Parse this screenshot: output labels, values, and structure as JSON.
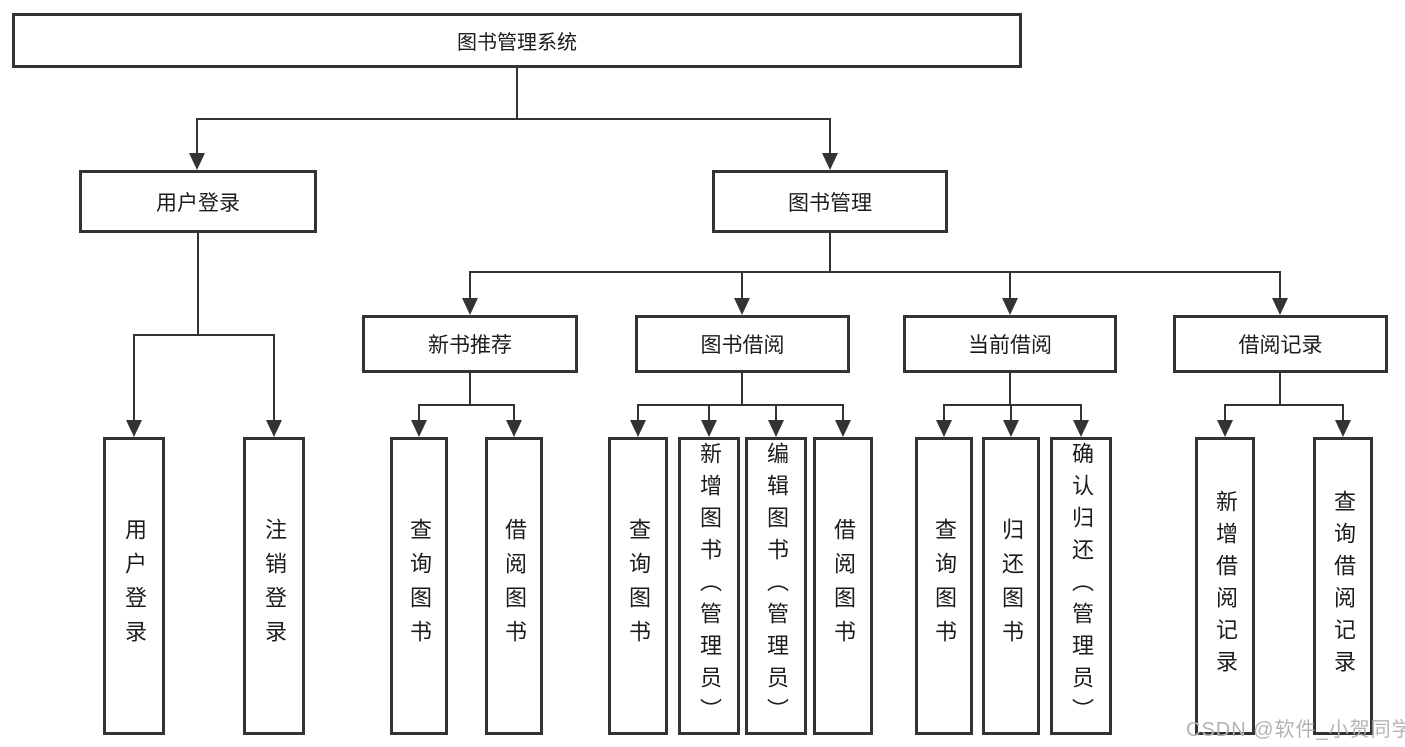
{
  "title": "图书管理系统",
  "tree": {
    "id": "system",
    "label": "图书管理系统",
    "children": [
      {
        "id": "user-login",
        "label": "用户登录",
        "children": [
          {
            "id": "leaf-user-login",
            "label": "用户登录"
          },
          {
            "id": "leaf-logout",
            "label": "注销登录"
          }
        ]
      },
      {
        "id": "book-mgmt",
        "label": "图书管理",
        "children": [
          {
            "id": "new-book-rec",
            "label": "新书推荐",
            "children": [
              {
                "id": "leaf-query-book-a",
                "label": "查询图书"
              },
              {
                "id": "leaf-borrow-book-a",
                "label": "借阅图书"
              }
            ]
          },
          {
            "id": "book-borrowing",
            "label": "图书借阅",
            "children": [
              {
                "id": "leaf-query-book-b",
                "label": "查询图书"
              },
              {
                "id": "leaf-add-book",
                "label": "新增图书（管理员）"
              },
              {
                "id": "leaf-edit-book",
                "label": "编辑图书（管理员）"
              },
              {
                "id": "leaf-borrow-book-b",
                "label": "借阅图书"
              }
            ]
          },
          {
            "id": "current-borrowing",
            "label": "当前借阅",
            "children": [
              {
                "id": "leaf-query-book-c",
                "label": "查询图书"
              },
              {
                "id": "leaf-return-book",
                "label": "归还图书"
              },
              {
                "id": "leaf-confirm-return",
                "label": "确认归还（管理员）"
              }
            ]
          },
          {
            "id": "borrowing-records",
            "label": "借阅记录",
            "children": [
              {
                "id": "leaf-add-record",
                "label": "新增借阅记录"
              },
              {
                "id": "leaf-query-record",
                "label": "查询借阅记录"
              }
            ]
          }
        ]
      }
    ]
  },
  "watermark": {
    "text": "CSDN @软件_小贺同学"
  },
  "colors": {
    "line": "#333333",
    "box_border": "#333333",
    "text": "#1c1c1c",
    "watermark": "#b4b4b4",
    "background": "#ffffff"
  }
}
